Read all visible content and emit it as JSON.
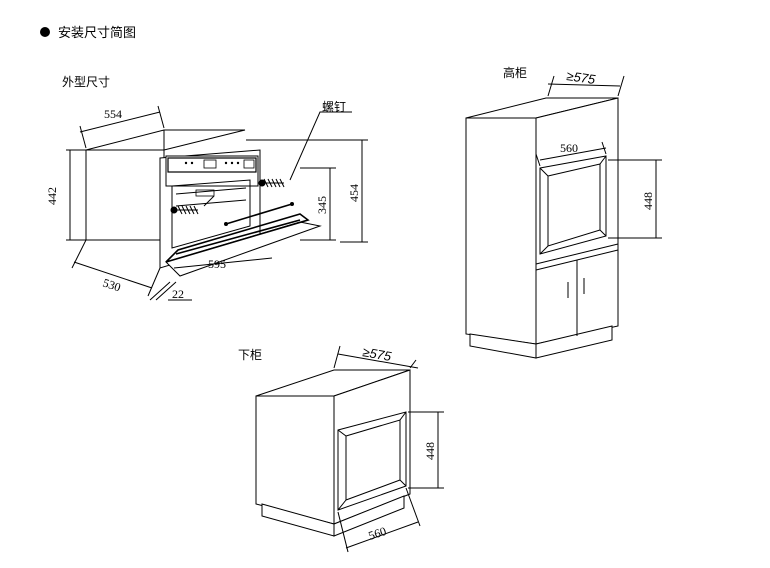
{
  "header": {
    "bullet": "●",
    "title": "安装尺寸简图"
  },
  "labels": {
    "outline_dimensions": "外型尺寸",
    "screw": "螺钉",
    "tall_cabinet": "高柜",
    "lower_cabinet": "下柜"
  },
  "oven_dims": {
    "top_depth": "554",
    "height": "442",
    "depth": "530",
    "door_width": "595",
    "door_offset": "22",
    "inner_height": "345",
    "total_height": "454"
  },
  "tall_cabinet_dims": {
    "depth": "≥575",
    "opening_width": "560",
    "opening_height": "448"
  },
  "lower_cabinet_dims": {
    "depth": "≥575",
    "opening_height": "448",
    "opening_width": "560"
  }
}
